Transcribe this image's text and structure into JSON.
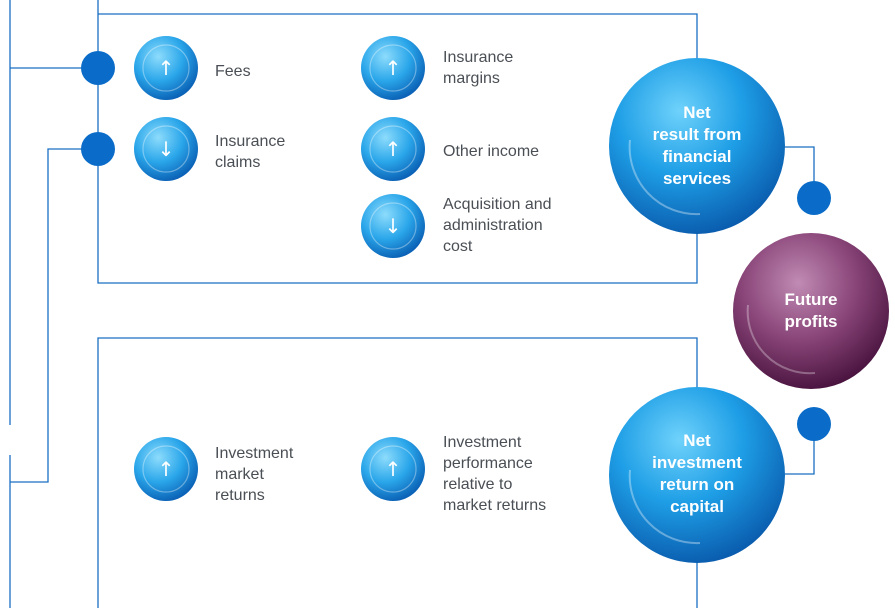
{
  "colors": {
    "line": "#1a6fc4",
    "dot": "#0a6cc8",
    "blue_circle_light": "#7fd6fb",
    "blue_circle_mid": "#1f9fe6",
    "blue_circle_dark": "#0b5fb1",
    "purple_light": "#c492b8",
    "purple_mid": "#8d4a7c",
    "purple_dark": "#4a1340",
    "label_text": "#4a4f55"
  },
  "arrows": {
    "up": "↑",
    "down": "↓"
  },
  "top_section": {
    "items": [
      {
        "direction": "up",
        "label": "Fees",
        "icon": "arrow-up-icon"
      },
      {
        "direction": "up",
        "label": "Insurance\nmargins",
        "icon": "arrow-up-icon"
      },
      {
        "direction": "down",
        "label": "Insurance\nclaims",
        "icon": "arrow-down-icon"
      },
      {
        "direction": "up",
        "label": "Other income",
        "icon": "arrow-up-icon"
      },
      {
        "direction": "down",
        "label": "Acquisition and\nadministration\ncost",
        "icon": "arrow-down-icon"
      }
    ],
    "result": "Net\nresult from\nfinancial\nservices"
  },
  "bottom_section": {
    "items": [
      {
        "direction": "up",
        "label": "Investment\nmarket\nreturns",
        "icon": "arrow-up-icon"
      },
      {
        "direction": "up",
        "label": "Investment\nperformance\nrelative to\nmarket returns",
        "icon": "arrow-up-icon"
      }
    ],
    "result": "Net\ninvestment\nreturn on\ncapital"
  },
  "center": {
    "label": "Future\nprofits"
  }
}
